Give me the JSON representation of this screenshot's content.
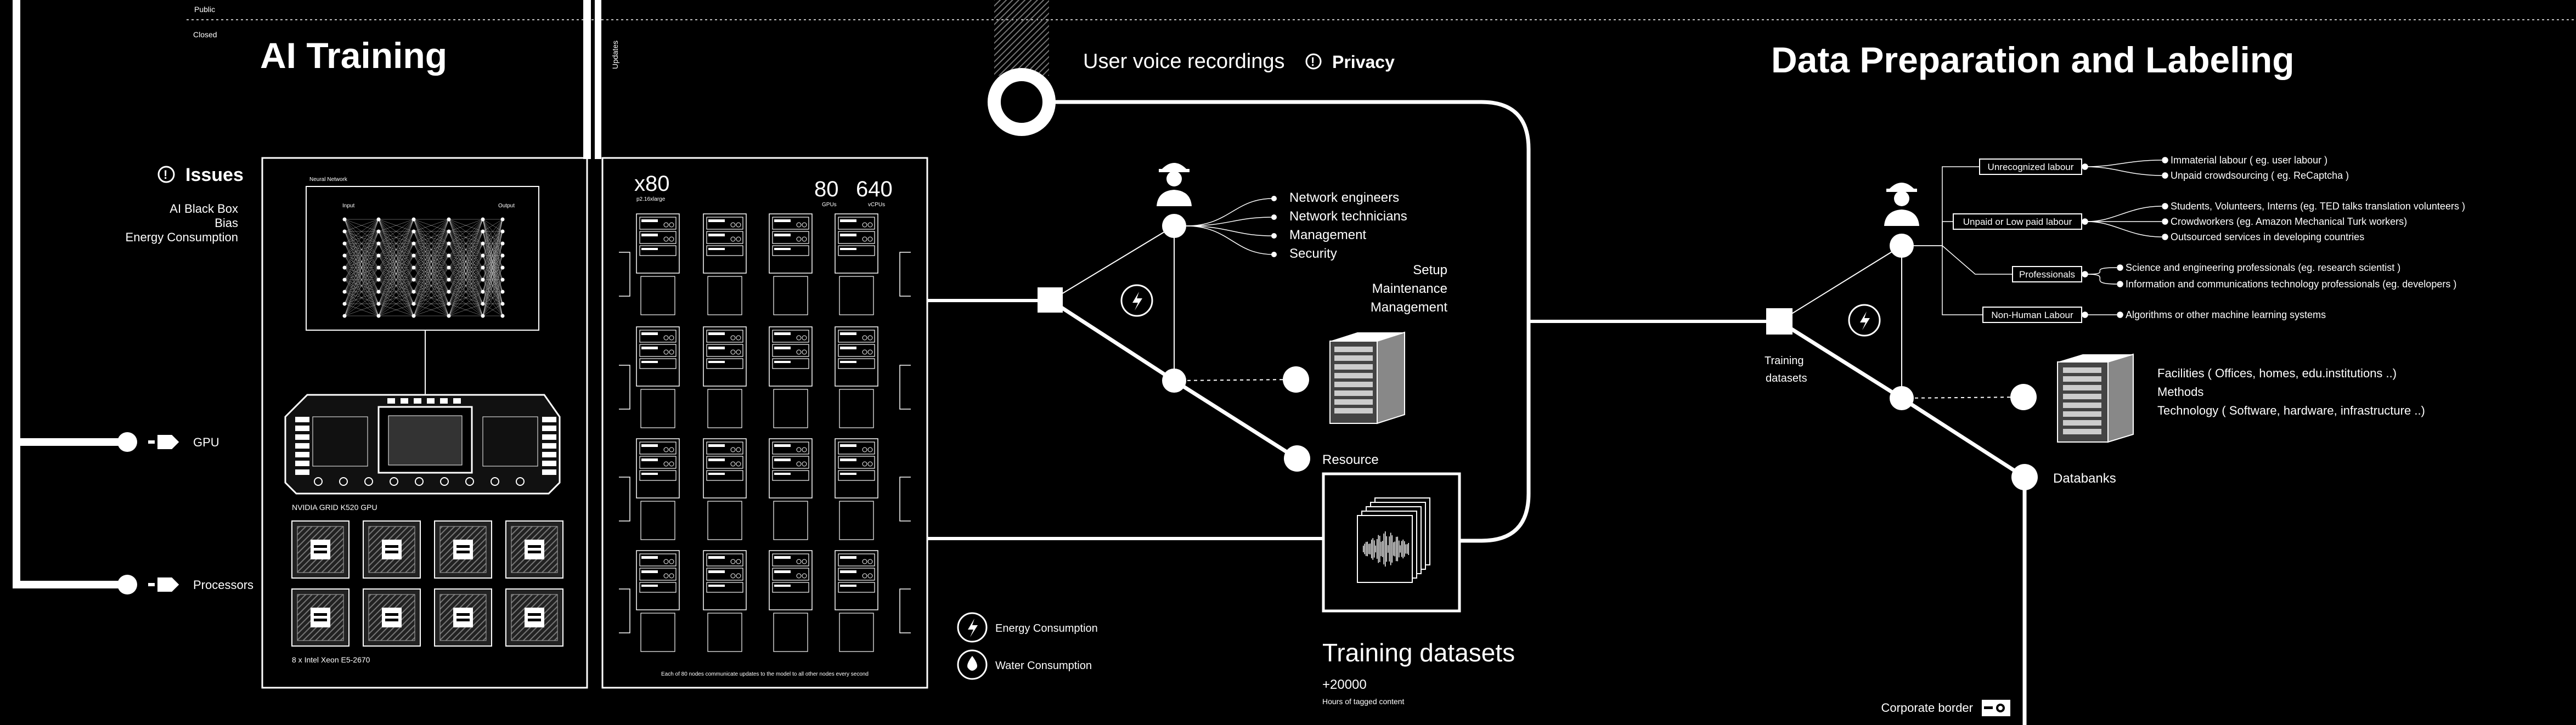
{
  "zones": {
    "public": "Public",
    "closed": "Closed",
    "updates": "Updates"
  },
  "ai_training": {
    "title": "AI Training",
    "issues_title": "Issues",
    "issues": [
      "AI Black Box",
      "Bias",
      "Energy Consumption"
    ],
    "neural_network": {
      "title": "Neural Network",
      "input": "Input",
      "output": "Output"
    },
    "gpu_board_label": "NVIDIA GRID K520 GPU",
    "cpu_label": "8 x Intel Xeon E5-2670",
    "side_gpu": "GPU",
    "side_processors": "Processors"
  },
  "cluster": {
    "count": "x80",
    "count_sub": "p2.16xlarge",
    "gpus": "80",
    "gpus_sub": "GPUs",
    "vcpus": "640",
    "vcpus_sub": "vCPUs",
    "footnote": "Each of 80 nodes communicate updates to the model to all other nodes every second"
  },
  "consumption": {
    "energy": "Energy Consumption",
    "water": "Water Consumption"
  },
  "voice": {
    "title": "User voice recordings",
    "privacy": "Privacy",
    "roles": [
      "Network engineers",
      "Network technicians",
      "Management",
      "Security"
    ],
    "tasks": [
      "Setup",
      "Maintenance",
      "Management"
    ],
    "resource": "Resource",
    "training_datasets": "Training datasets",
    "hours": "+20000",
    "hours_sub": "Hours of tagged content"
  },
  "data_prep": {
    "title": "Data Preparation and Labeling",
    "training_datasets": [
      "Training",
      "datasets"
    ],
    "categories": [
      "Unrecognized labour",
      "Unpaid or Low paid labour",
      "Professionals",
      "Non-Human Labour"
    ],
    "items": [
      "Immaterial labour ( eg. user labour )",
      "Unpaid crowdsourcing ( eg. ReCaptcha )",
      "Students, Volunteers, Interns (eg. TED talks translation volunteers )",
      "Crowdworkers (eg. Amazon Mechanical Turk workers)",
      "Outsourced services in developing countries",
      "Science and engineering professionals (eg. research scientist )",
      "Information and communications technology professionals (eg. developers )",
      "Algorithms or other machine learning systems"
    ],
    "resources": [
      "Facilities ( Offices, homes, edu.institutions ..)",
      "Methods",
      "Technology ( Software, hardware, infrastructure ..)"
    ],
    "databanks": "Databanks",
    "corporate_border": "Corporate border"
  }
}
